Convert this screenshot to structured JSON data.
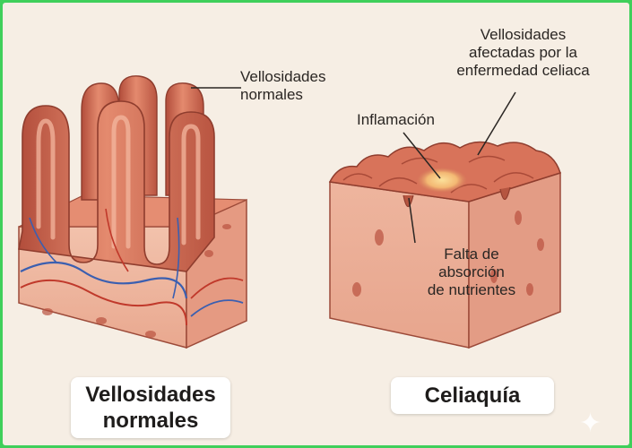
{
  "labels": {
    "vellosidades_normales": [
      "Vellosidades",
      "normales"
    ],
    "vellosidades_afectadas": [
      "Vellosidades",
      "afectadas por la",
      "enfermedad celiaca"
    ],
    "inflamacion": "Inflamación",
    "falta_absorcion": [
      "Falta de",
      "absorción",
      "de nutrientes"
    ]
  },
  "captions": {
    "left": [
      "Vellosidades",
      "normales"
    ],
    "right": "Celiaquía"
  },
  "colors": {
    "background": "#f6eee4",
    "border": "#3fcf5a",
    "tissue": "#d9785f",
    "tissue_dark": "#b6523f",
    "tissue_light": "#f0b8a4",
    "vessel_blue": "#3b5fb0",
    "vessel_red": "#c0392b",
    "inflammation": "#f5c26b"
  },
  "icons": {
    "corner": "sparkle-icon"
  }
}
